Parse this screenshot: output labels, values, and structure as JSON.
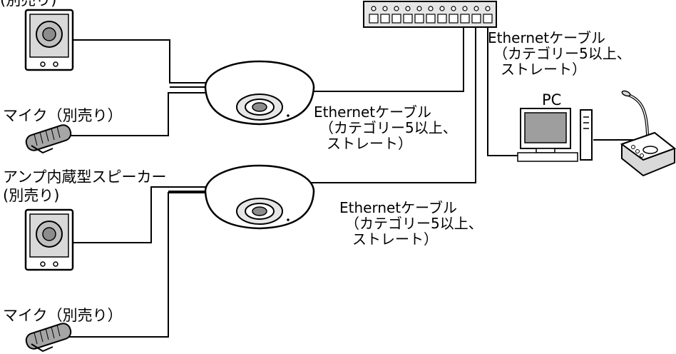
{
  "labels": {
    "top_speaker_caption": "(別売り)",
    "mic1": "マイク（別売り）",
    "speaker2_line1": "アンプ内蔵型スピーカー",
    "speaker2_line2": "(別売り)",
    "mic2": "マイク（別売り）",
    "pc": "PC"
  },
  "ethernet_labels": [
    {
      "line1": "Ethernetケーブル",
      "line2": "（カテゴリー5以上、",
      "line3": "ストレート）"
    },
    {
      "line1": "Ethernetケーブル",
      "line2": "（カテゴリー5以上、",
      "line3": "ストレート）"
    },
    {
      "line1": "Ethernetケーブル",
      "line2": "（カテゴリー5以上、",
      "line3": "ストレート）"
    }
  ],
  "colors": {
    "line": "#000000",
    "device_fill": "#ffffff",
    "shade": "#bdbdbd"
  }
}
